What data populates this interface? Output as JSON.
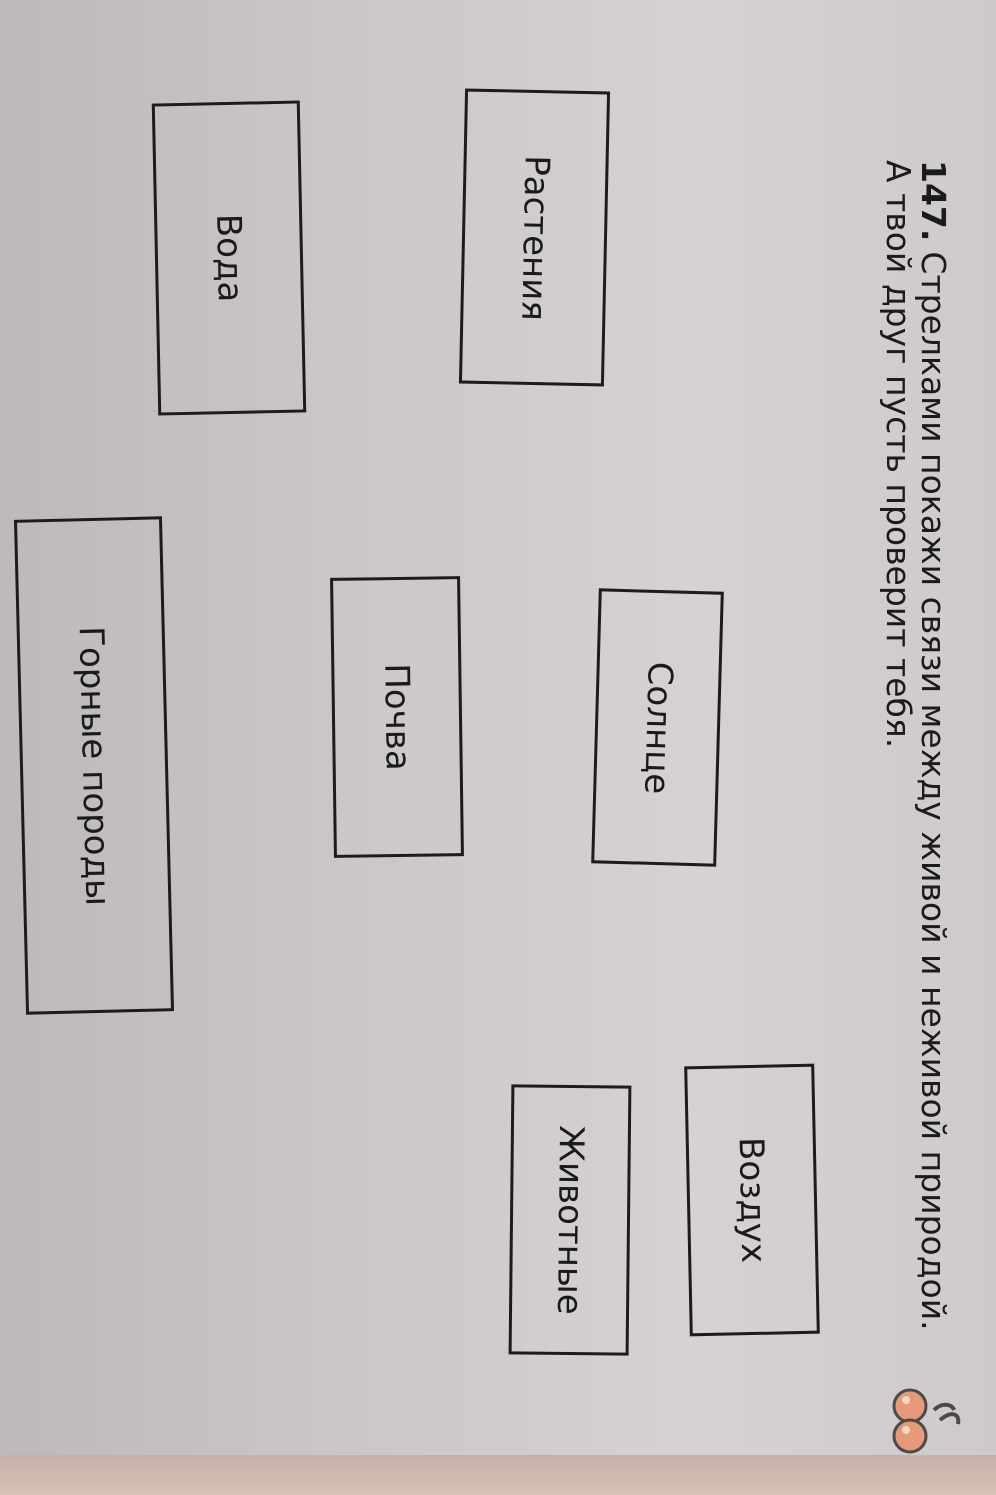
{
  "exercise": {
    "number": "147.",
    "text": "Стрелками покажи связи между живой и неживой природой. А твой друг пусть проверит тебя."
  },
  "boxes": {
    "plants": "Растения",
    "water": "Вода",
    "sun": "Солнце",
    "soil": "Почва",
    "rocks": "Горные породы",
    "animals": "Животные",
    "air": "Воздух"
  },
  "icons": {
    "corner": "apple-icon"
  }
}
